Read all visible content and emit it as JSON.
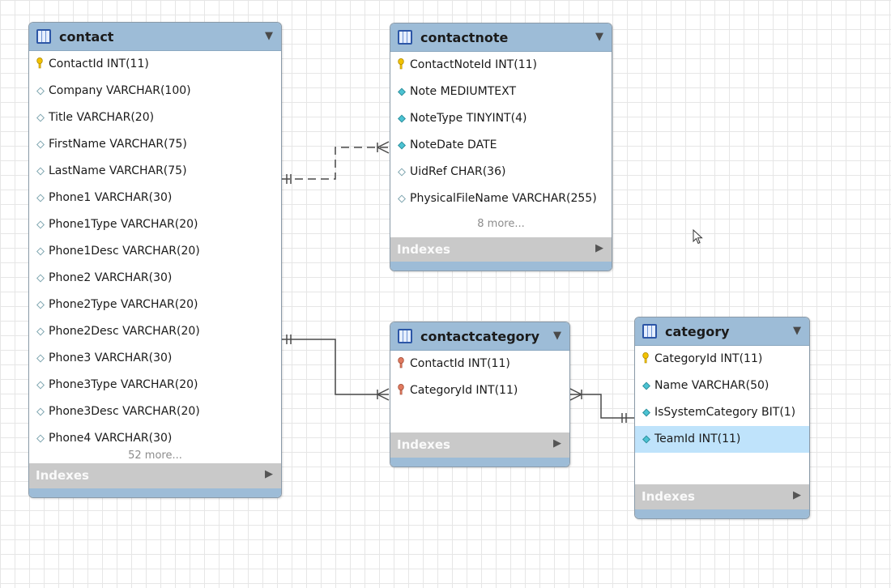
{
  "colors": {
    "header": "#9dbcd7",
    "indexes_bar": "#c9c9c9",
    "selected_row": "#bfe3fb",
    "line": "#4a4a4a"
  },
  "tables": {
    "contact": {
      "name": "contact",
      "columns": [
        {
          "text": "ContactId INT(11)",
          "icon": "primary-key-icon"
        },
        {
          "text": "Company VARCHAR(100)",
          "icon": "nullable-column-icon"
        },
        {
          "text": "Title VARCHAR(20)",
          "icon": "nullable-column-icon"
        },
        {
          "text": "FirstName VARCHAR(75)",
          "icon": "nullable-column-icon"
        },
        {
          "text": "LastName VARCHAR(75)",
          "icon": "nullable-column-icon"
        },
        {
          "text": "Phone1 VARCHAR(30)",
          "icon": "nullable-column-icon"
        },
        {
          "text": "Phone1Type VARCHAR(20)",
          "icon": "nullable-column-icon"
        },
        {
          "text": "Phone1Desc VARCHAR(20)",
          "icon": "nullable-column-icon"
        },
        {
          "text": "Phone2 VARCHAR(30)",
          "icon": "nullable-column-icon"
        },
        {
          "text": "Phone2Type VARCHAR(20)",
          "icon": "nullable-column-icon"
        },
        {
          "text": "Phone2Desc VARCHAR(20)",
          "icon": "nullable-column-icon"
        },
        {
          "text": "Phone3 VARCHAR(30)",
          "icon": "nullable-column-icon"
        },
        {
          "text": "Phone3Type VARCHAR(20)",
          "icon": "nullable-column-icon"
        },
        {
          "text": "Phone3Desc VARCHAR(20)",
          "icon": "nullable-column-icon"
        },
        {
          "text": "Phone4 VARCHAR(30)",
          "icon": "nullable-column-icon"
        }
      ],
      "more": "52 more...",
      "indexes_label": "Indexes"
    },
    "contactnote": {
      "name": "contactnote",
      "columns": [
        {
          "text": "ContactNoteId INT(11)",
          "icon": "primary-key-icon"
        },
        {
          "text": "Note MEDIUMTEXT",
          "icon": "not-null-column-icon"
        },
        {
          "text": "NoteType TINYINT(4)",
          "icon": "not-null-column-icon"
        },
        {
          "text": "NoteDate DATE",
          "icon": "not-null-column-icon"
        },
        {
          "text": "UidRef CHAR(36)",
          "icon": "nullable-column-icon"
        },
        {
          "text": "PhysicalFileName VARCHAR(255)",
          "icon": "nullable-column-icon"
        }
      ],
      "more": "8 more...",
      "indexes_label": "Indexes"
    },
    "contactcategory": {
      "name": "contactcategory",
      "columns": [
        {
          "text": "ContactId INT(11)",
          "icon": "foreign-primary-key-icon"
        },
        {
          "text": "CategoryId INT(11)",
          "icon": "foreign-primary-key-icon"
        }
      ],
      "more": "",
      "indexes_label": "Indexes"
    },
    "category": {
      "name": "category",
      "columns": [
        {
          "text": "CategoryId INT(11)",
          "icon": "primary-key-icon"
        },
        {
          "text": "Name VARCHAR(50)",
          "icon": "not-null-column-icon"
        },
        {
          "text": "IsSystemCategory BIT(1)",
          "icon": "not-null-column-icon"
        },
        {
          "text": "TeamId INT(11)",
          "icon": "not-null-column-icon",
          "selected": true
        }
      ],
      "more": "",
      "indexes_label": "Indexes"
    }
  },
  "relationships": [
    {
      "from": "contact",
      "to": "contactnote",
      "style": "dashed",
      "from_cardinality": "one",
      "to_cardinality": "many"
    },
    {
      "from": "contact",
      "to": "contactcategory",
      "style": "solid",
      "from_cardinality": "one",
      "to_cardinality": "many"
    },
    {
      "from": "category",
      "to": "contactcategory",
      "style": "solid",
      "from_cardinality": "one",
      "to_cardinality": "many"
    }
  ]
}
